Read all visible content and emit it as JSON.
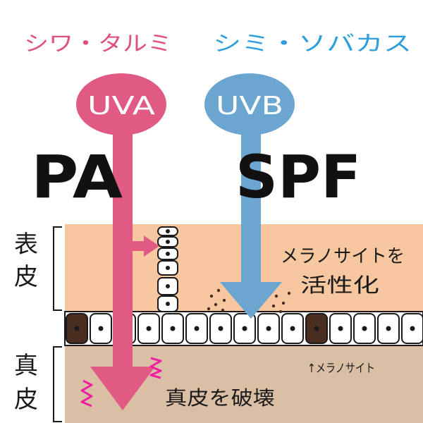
{
  "headings": {
    "uva_effect": "シワ・タルミ",
    "uvb_effect": "シミ・ソバカス"
  },
  "rays": {
    "uva_label": "UVA",
    "uvb_label": "UVB"
  },
  "indexes": {
    "uva_index": "PA",
    "uvb_index": "SPF"
  },
  "layers": {
    "epidermis": [
      "表",
      "皮"
    ],
    "dermis": [
      "真",
      "皮"
    ]
  },
  "annotations": {
    "melanocyte_activation_line1": "メラノサイトを",
    "melanocyte_activation_line2": "活性化",
    "melanocyte_pointer": "↑メラノサイト",
    "dermis_damage": "真皮を破壊"
  },
  "colors": {
    "uva": "#e05a84",
    "uvb": "#6aa6cf",
    "uva_heading": "#e0507e",
    "uvb_heading": "#2e9fdc",
    "epidermis": "#f7c7a0",
    "dermis": "#dbbfa5",
    "melanocyte": "#4a2e1f",
    "spark": "#ee1fa3"
  }
}
